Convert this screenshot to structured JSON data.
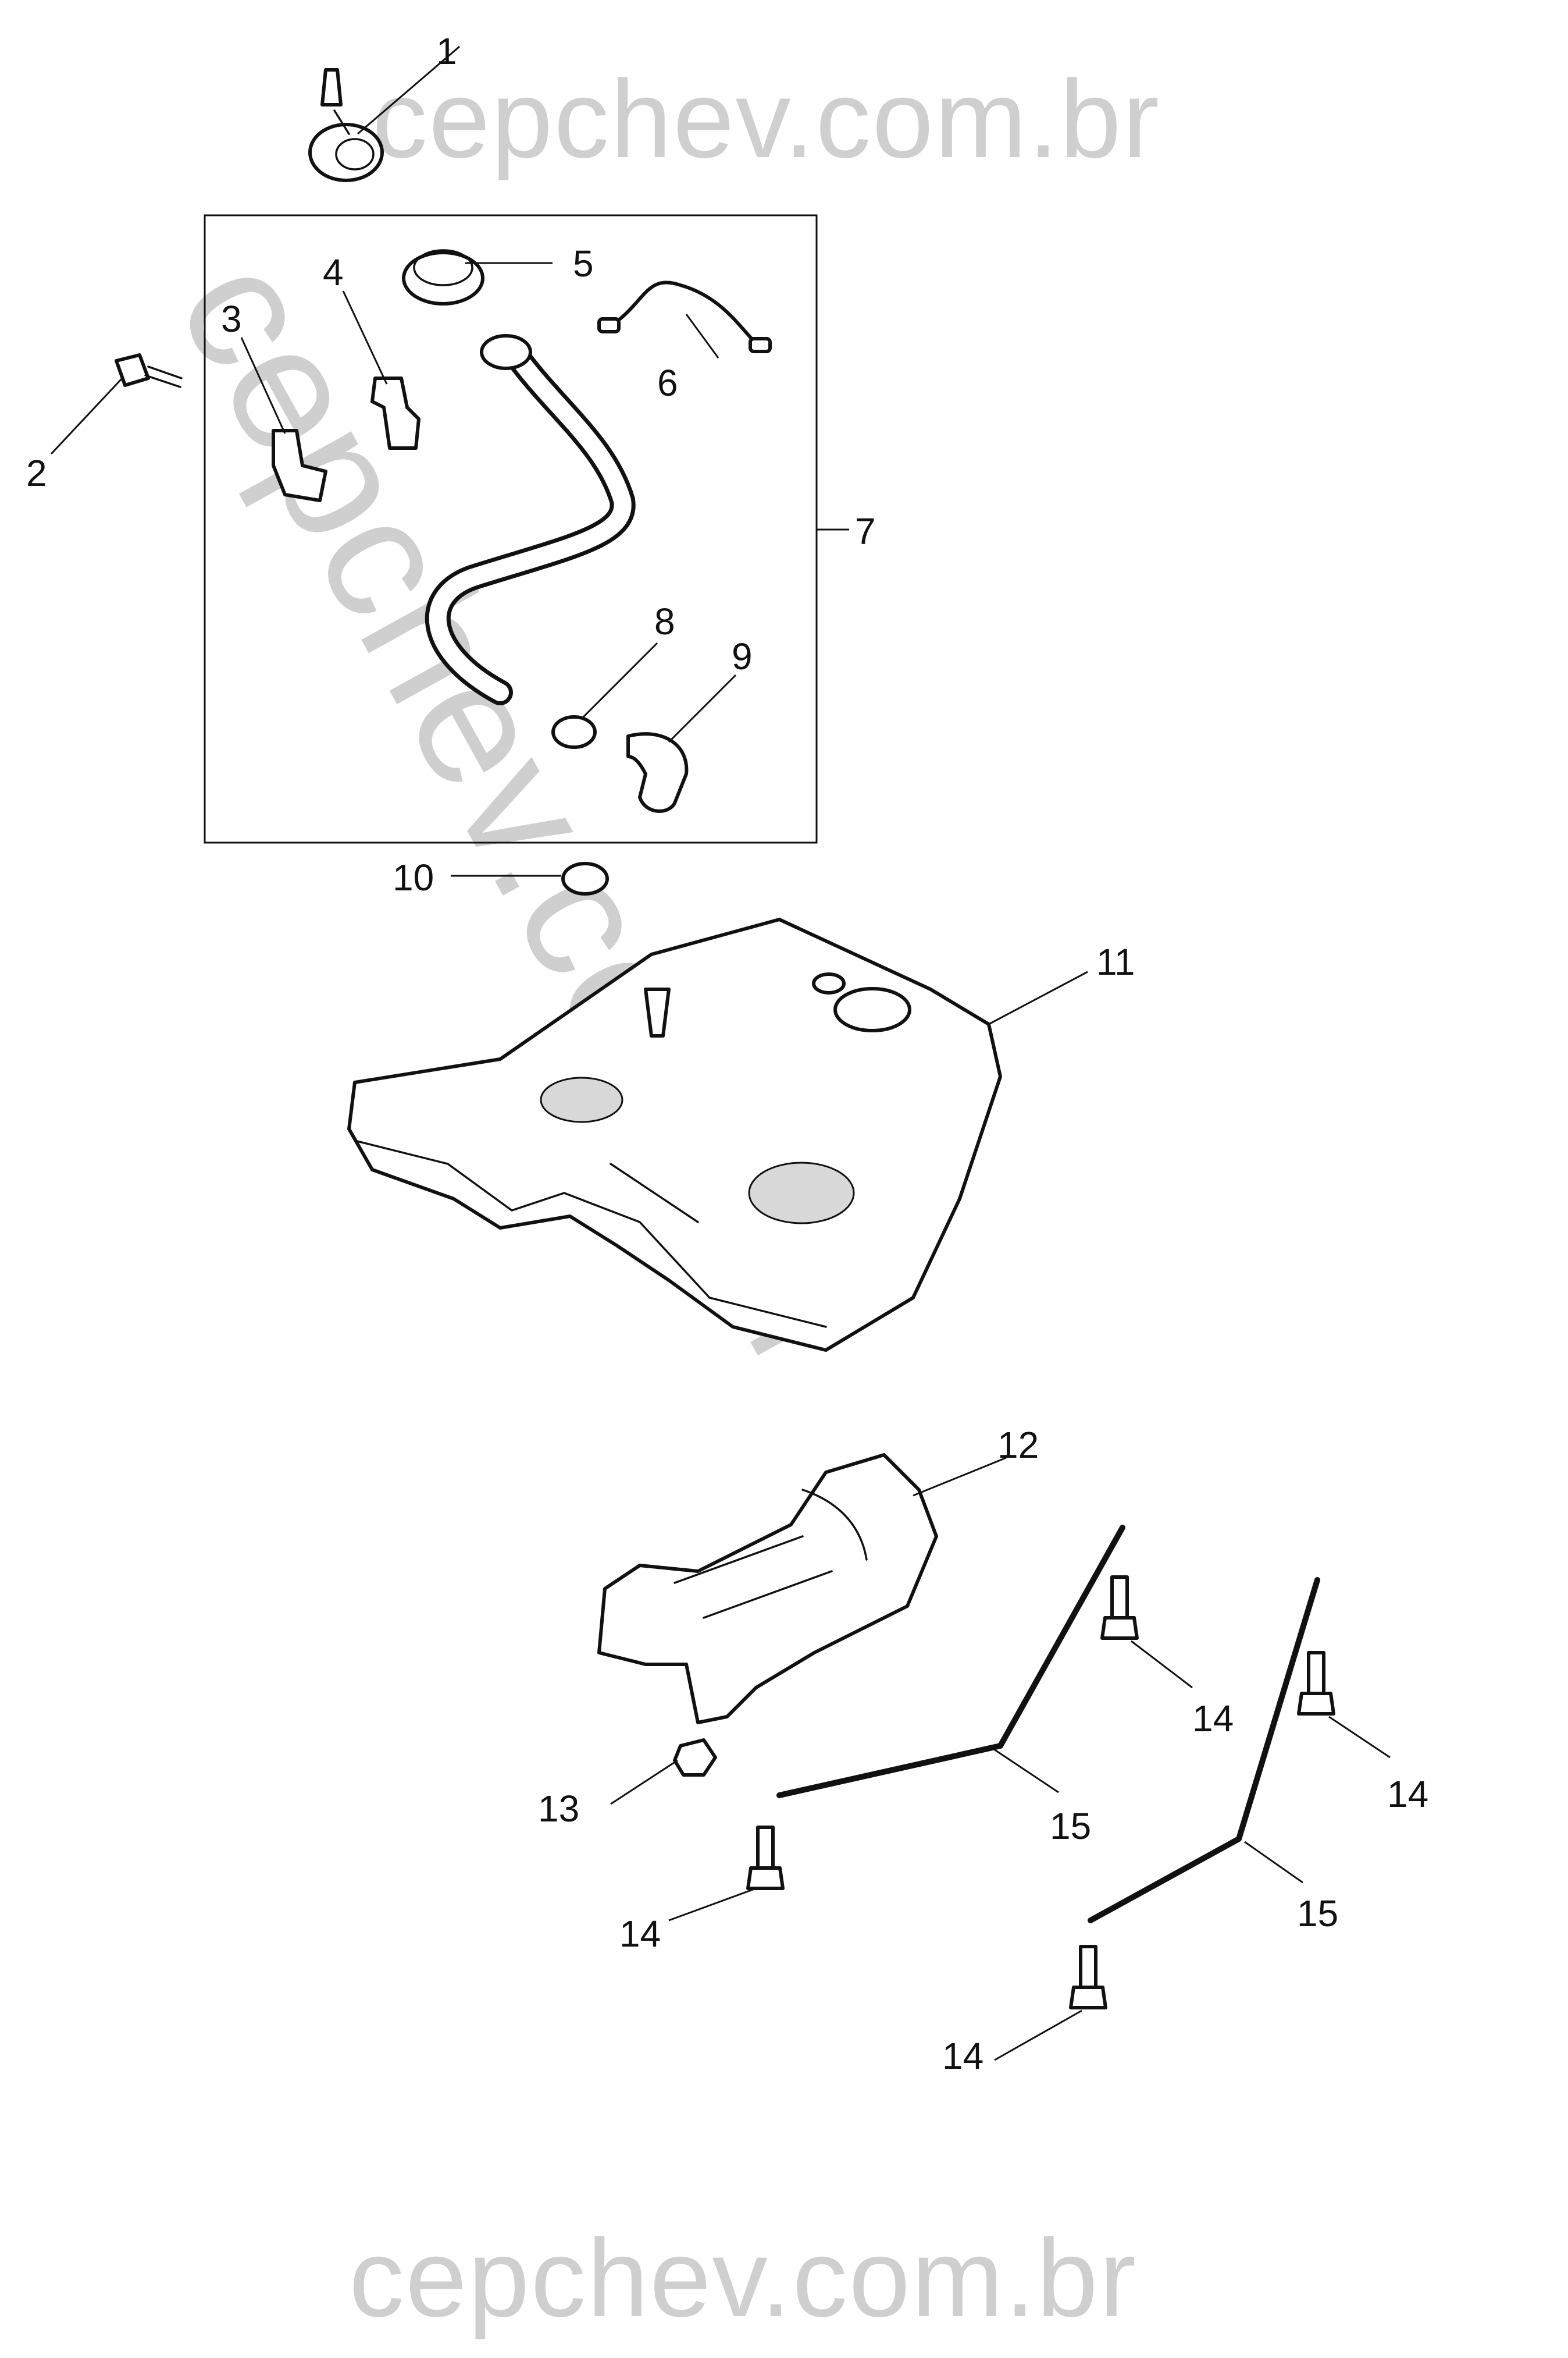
{
  "watermark": {
    "top": "cepchev.com.br",
    "diagonal": "cepchev.com.br",
    "bottom": "cepchev.com.br"
  },
  "callouts": [
    "1",
    "2",
    "3",
    "4",
    "5",
    "6",
    "7",
    "8",
    "9",
    "10",
    "11",
    "12",
    "13",
    "14",
    "14",
    "14",
    "14",
    "15",
    "15"
  ],
  "colors": {
    "line": "#111111",
    "watermark": "#cfcfcf",
    "background": "#ffffff"
  }
}
